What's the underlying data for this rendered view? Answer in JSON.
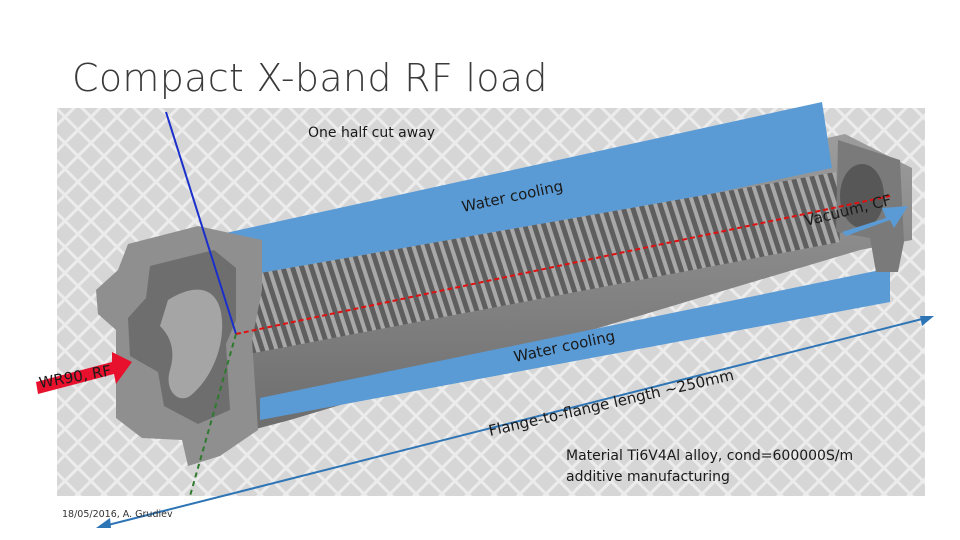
{
  "slide": {
    "title": "Compact X-band RF load",
    "footer": "18/05/2016, A. Grudiev"
  },
  "figure": {
    "cut_caption": "One half cut away",
    "water_cooling_top": "Water cooling",
    "water_cooling_bottom": "Water cooling",
    "vacuum_label": "Vacuum, CF",
    "rf_input_label": "WR90, RF",
    "length_label": "Flange-to-flange length ~250mm",
    "material_line1": "Material Ti6V4Al alloy, cond=600000S/m",
    "material_line2": "additive manufacturing"
  },
  "colors": {
    "water_channel": "#5b9bd5",
    "body_gray": "#8c8c8c",
    "arrow_red": "#e8112d",
    "dimension_blue": "#2e75b6",
    "axis_red": "#e01010",
    "axis_blue": "#1a2fcc",
    "axis_green": "#2f7a2f"
  },
  "icons": {
    "rf_arrow": "red-arrow-icon",
    "vacuum_arrow": "blue-arrow-icon",
    "dimension_arrow": "double-arrow-icon"
  }
}
